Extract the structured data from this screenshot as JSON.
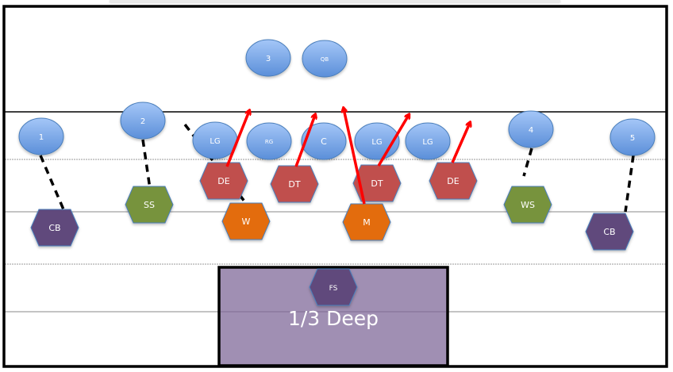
{
  "diagram": {
    "title": "Cover 3 defense vs offense formation",
    "colors": {
      "offense": "#6b9de6",
      "offense_light": "#a4c6f7",
      "defensive_line": "#c0504d",
      "linebacker": "#e36c0a",
      "safety_ss": "#77933c",
      "corner": "#604a7b",
      "deep_zone": "#a08fb3",
      "rush_arrow": "#ff0000",
      "coverage_line": "#000000"
    },
    "offense": [
      {
        "id": "rec-1",
        "label": "1"
      },
      {
        "id": "rec-2",
        "label": "2"
      },
      {
        "id": "back-3",
        "label": "3"
      },
      {
        "id": "qb",
        "label": "QB"
      },
      {
        "id": "lg-left",
        "label": "LG"
      },
      {
        "id": "rg",
        "label": "RG"
      },
      {
        "id": "c",
        "label": "C"
      },
      {
        "id": "lg-mid",
        "label": "LG"
      },
      {
        "id": "lg-right",
        "label": "LG"
      },
      {
        "id": "rec-4",
        "label": "4"
      },
      {
        "id": "rec-5",
        "label": "5"
      }
    ],
    "defense": [
      {
        "id": "cb-left",
        "label": "CB",
        "group": "corner"
      },
      {
        "id": "ss",
        "label": "SS",
        "group": "safety"
      },
      {
        "id": "de-left",
        "label": "DE",
        "group": "line"
      },
      {
        "id": "w",
        "label": "W",
        "group": "linebacker"
      },
      {
        "id": "dt-left",
        "label": "DT",
        "group": "line"
      },
      {
        "id": "dt-right",
        "label": "DT",
        "group": "line"
      },
      {
        "id": "m",
        "label": "M",
        "group": "linebacker"
      },
      {
        "id": "de-right",
        "label": "DE",
        "group": "line"
      },
      {
        "id": "ws",
        "label": "WS",
        "group": "safety"
      },
      {
        "id": "cb-right",
        "label": "CB",
        "group": "corner"
      },
      {
        "id": "fs",
        "label": "FS",
        "group": "corner"
      }
    ],
    "zones": [
      {
        "id": "deep-third",
        "label": "1/3 Deep"
      }
    ],
    "assignments": [
      {
        "from": "cb-left",
        "to": "rec-1",
        "type": "man-coverage"
      },
      {
        "from": "ss",
        "to": "rec-2",
        "type": "man-coverage"
      },
      {
        "from": "w",
        "to": "lg-left",
        "type": "man-coverage"
      },
      {
        "from": "ws",
        "to": "rec-4",
        "type": "man-coverage"
      },
      {
        "from": "cb-right",
        "to": "rec-5",
        "type": "man-coverage"
      },
      {
        "from": "de-left",
        "type": "rush"
      },
      {
        "from": "dt-left",
        "type": "rush"
      },
      {
        "from": "m",
        "type": "rush"
      },
      {
        "from": "dt-right",
        "type": "rush"
      },
      {
        "from": "de-right",
        "type": "rush"
      }
    ]
  }
}
